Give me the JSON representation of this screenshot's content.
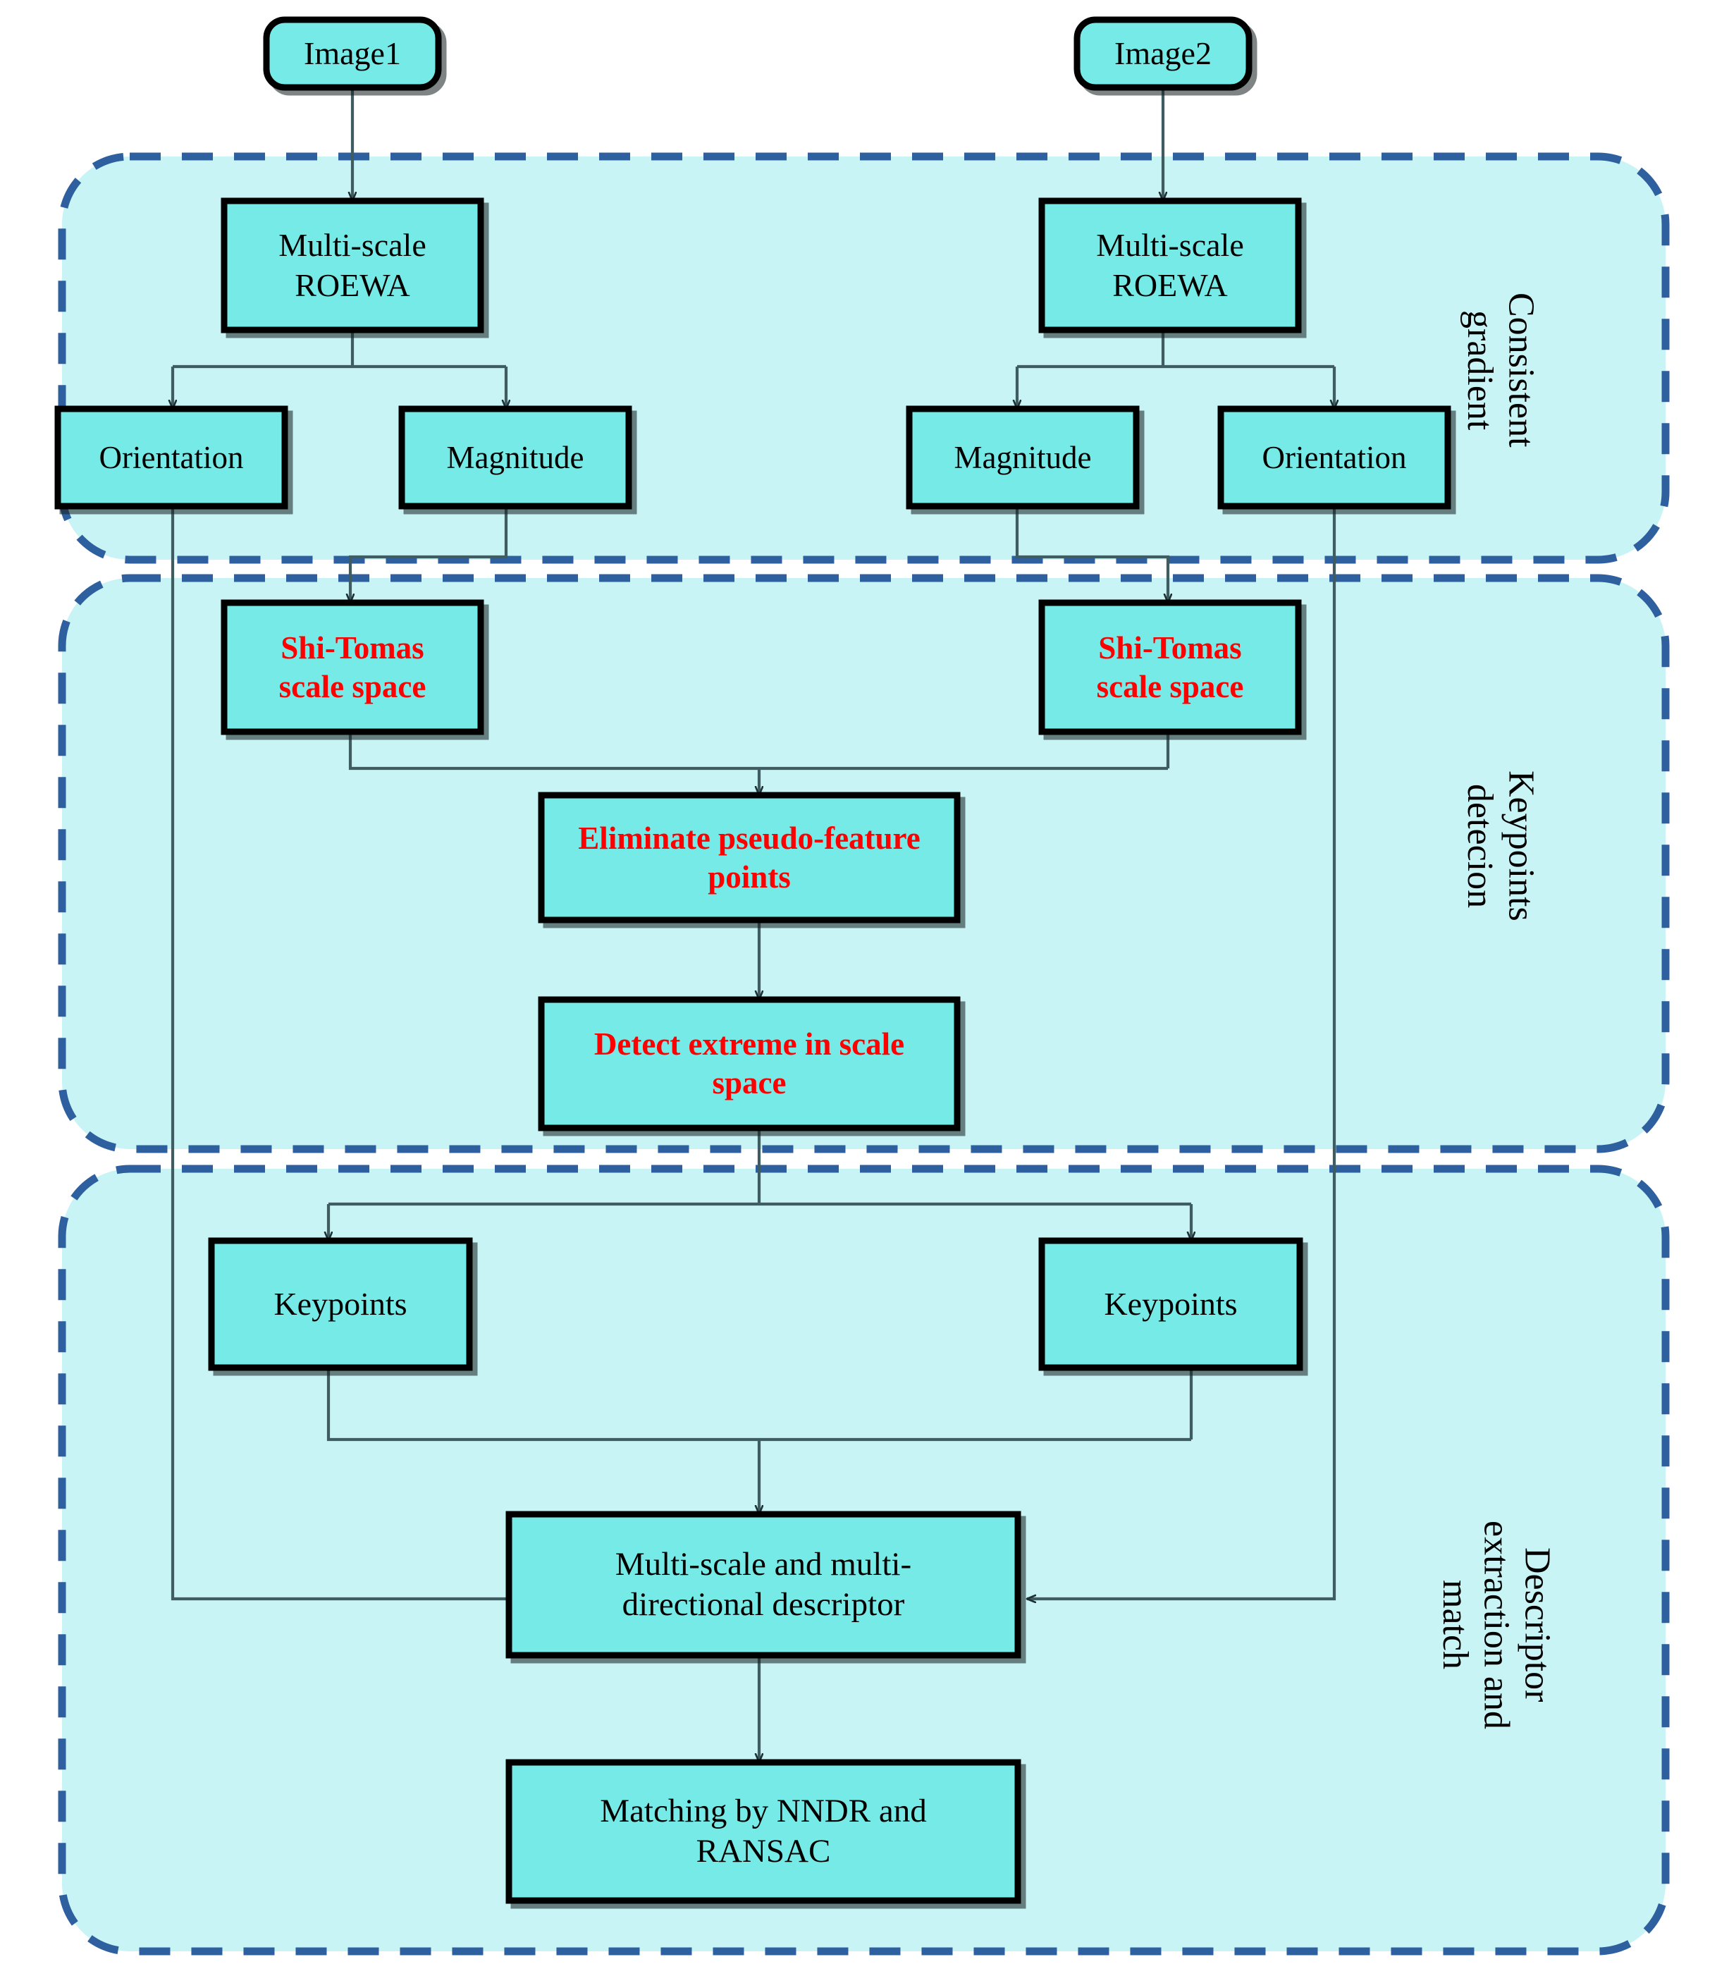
{
  "diagram": {
    "title": "Image matching pipeline flowchart",
    "colors": {
      "panel_fill": "#c8f4f6",
      "node_fill": "#76eae6",
      "node_stroke": "#000000",
      "panel_dash": "#2e5f9e",
      "connector": "#3f5c60",
      "text_black": "#000000",
      "text_red": "#ff0000"
    }
  },
  "inputs": [
    {
      "id": "image1",
      "label": "Image1"
    },
    {
      "id": "image2",
      "label": "Image2"
    }
  ],
  "panels": [
    {
      "id": "panel-consistent-gradient",
      "label": "Consistent\ngradient",
      "label_lines": [
        "Consistent",
        "gradient"
      ]
    },
    {
      "id": "panel-keypoints-detection",
      "label": "Keypoints\ndetecion",
      "label_lines": [
        "Keypoints",
        "detecion"
      ]
    },
    {
      "id": "panel-descriptor-match",
      "label": "Descriptor\nextraction and\nmatch",
      "label_lines": [
        "Descriptor",
        "extraction and",
        "match"
      ]
    }
  ],
  "nodes": [
    {
      "id": "roewa-left",
      "label": "Multi-scale\nROEWA",
      "lines": [
        "Multi-scale",
        "ROEWA"
      ],
      "color": "black"
    },
    {
      "id": "roewa-right",
      "label": "Multi-scale\nROEWA",
      "lines": [
        "Multi-scale",
        "ROEWA"
      ],
      "color": "black"
    },
    {
      "id": "orientation-left",
      "label": "Orientation",
      "lines": [
        "Orientation"
      ],
      "color": "black"
    },
    {
      "id": "magnitude-left",
      "label": "Magnitude",
      "lines": [
        "Magnitude"
      ],
      "color": "black"
    },
    {
      "id": "magnitude-right",
      "label": "Magnitude",
      "lines": [
        "Magnitude"
      ],
      "color": "black"
    },
    {
      "id": "orientation-right",
      "label": "Orientation",
      "lines": [
        "Orientation"
      ],
      "color": "black"
    },
    {
      "id": "shi-tomas-left",
      "label": "Shi-Tomas\nscale space",
      "lines": [
        "Shi-Tomas",
        "scale space"
      ],
      "color": "red"
    },
    {
      "id": "shi-tomas-right",
      "label": "Shi-Tomas\nscale space",
      "lines": [
        "Shi-Tomas",
        "scale space"
      ],
      "color": "red"
    },
    {
      "id": "eliminate-pseudo",
      "label": "Eliminate pseudo-feature\npoints",
      "lines": [
        "Eliminate pseudo-feature",
        "points"
      ],
      "color": "red"
    },
    {
      "id": "detect-extreme",
      "label": "Detect extreme in scale\nspace",
      "lines": [
        "Detect extreme in scale",
        "space"
      ],
      "color": "red"
    },
    {
      "id": "keypoints-left",
      "label": "Keypoints",
      "lines": [
        "Keypoints"
      ],
      "color": "black"
    },
    {
      "id": "keypoints-right",
      "label": "Keypoints",
      "lines": [
        "Keypoints"
      ],
      "color": "black"
    },
    {
      "id": "descriptor",
      "label": "Multi-scale and multi-\ndirectional descriptor",
      "lines": [
        "Multi-scale and multi-",
        "directional descriptor"
      ],
      "color": "black"
    },
    {
      "id": "matching",
      "label": "Matching by NNDR and\nRANSAC",
      "lines": [
        "Matching by NNDR and",
        "RANSAC"
      ],
      "color": "black"
    }
  ]
}
